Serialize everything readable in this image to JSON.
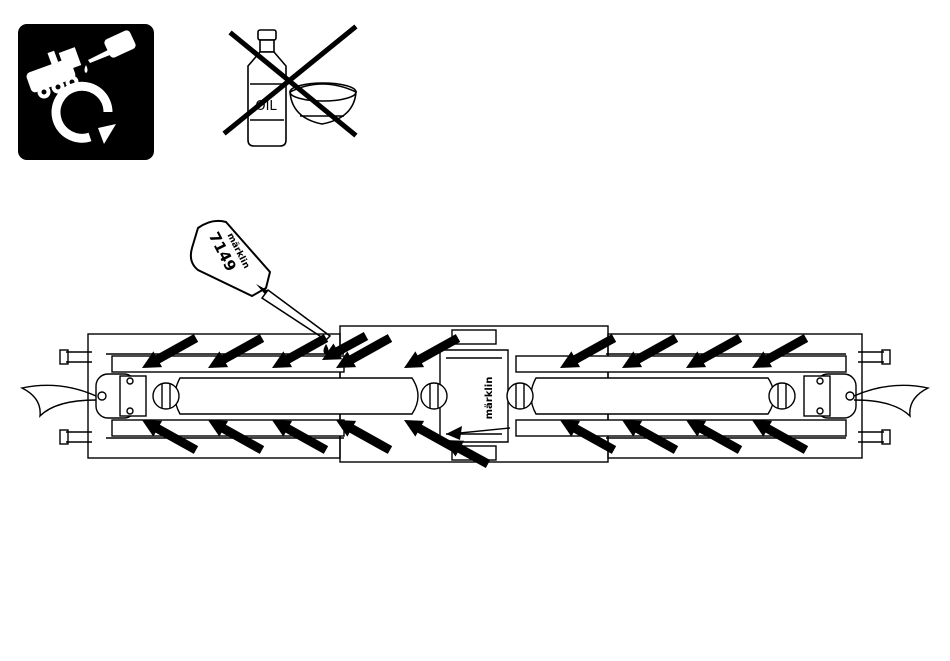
{
  "maintenance_icon": {
    "icon": "oil-service-icon"
  },
  "prohibition": {
    "icon": "no-oil-bottle-icon",
    "bottle_label": "OIL"
  },
  "oiler": {
    "icon": "oiler-bottle-icon",
    "number": "7149",
    "brand": "märklin"
  },
  "chassis": {
    "brand_mark": "märklin",
    "arrow_count": 20
  },
  "colors": {
    "ink": "#000000",
    "paper": "#ffffff"
  }
}
